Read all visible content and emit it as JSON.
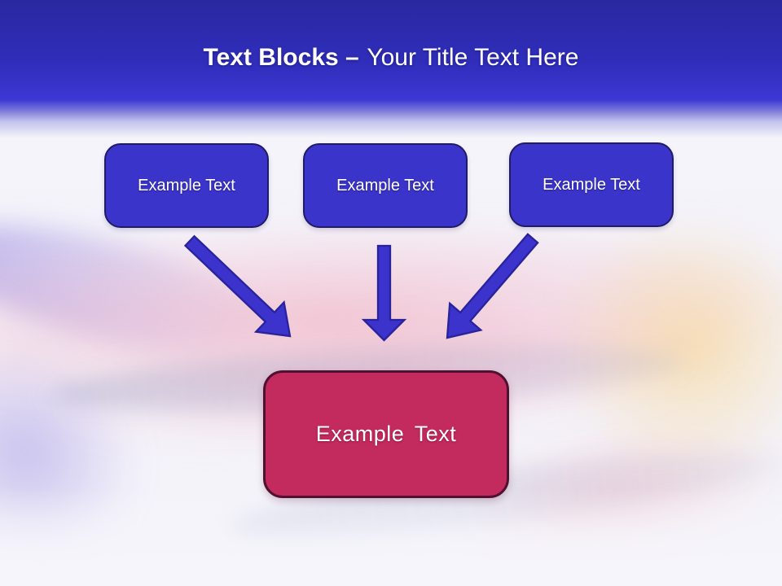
{
  "title": {
    "bold": "Text Blocks –",
    "regular": "Your Title Text Here"
  },
  "blocks": [
    {
      "label": "Example Text"
    },
    {
      "label": "Example Text"
    },
    {
      "label": "Example Text"
    }
  ],
  "result_block": {
    "label": "Example Text"
  },
  "arrows": [
    "arrow-down-right",
    "arrow-down",
    "arrow-down-left"
  ],
  "theme": {
    "header_top": "#2a28a0",
    "header_mid": "#3c38d4",
    "title_color": "#ffffff",
    "block_fill": "#3b34cb",
    "block_border": "#201b66",
    "block_text_color": "#ffffff",
    "arrow_fill": "#3b33cc",
    "arrow_stroke": "#28229b",
    "accent_fill": "#c32a5e",
    "accent_border": "#521030"
  }
}
